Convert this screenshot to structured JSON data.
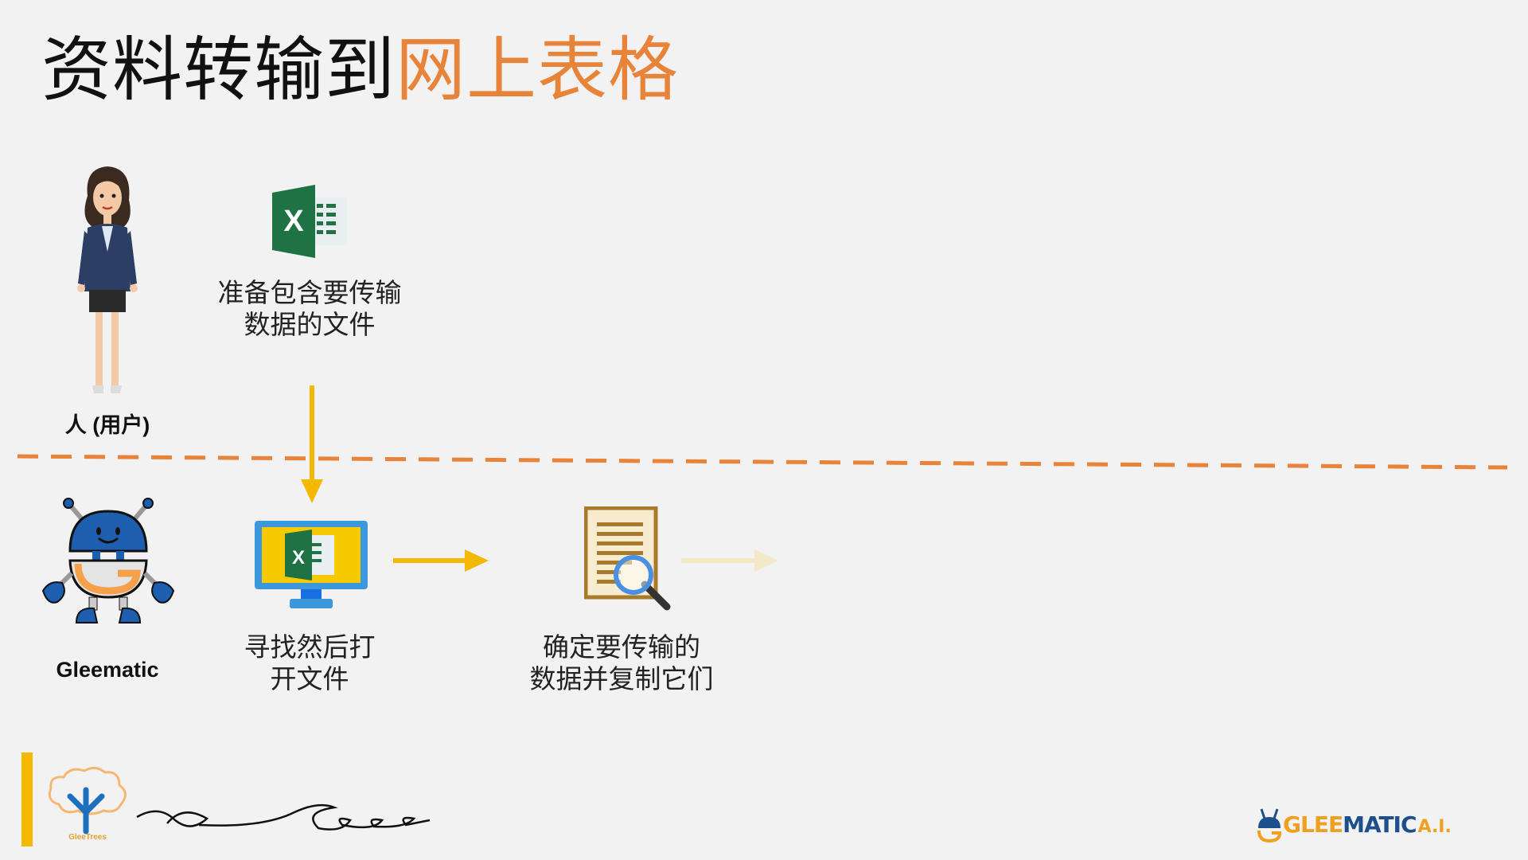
{
  "title": {
    "part1": "资料转输到",
    "part2": "网上表格"
  },
  "human": {
    "label": "人 (用户)",
    "step_text_line1": "准备包含要传输",
    "step_text_line2": "数据的文件"
  },
  "bot": {
    "label": "Gleematic",
    "step1_line1": "寻找然后打",
    "step1_line2": "开文件",
    "step2_line1": "确定要传输的",
    "step2_line2": "数据并复制它们"
  },
  "logos": {
    "gleetrees": "GleeTrees",
    "gleematic_part1": "GLEE",
    "gleematic_part2": "MATIC",
    "gleematic_part3": "A.I."
  },
  "colors": {
    "accent": "#e8833a",
    "arrow": "#f5b800",
    "arrow_faded": "#f3e8c8",
    "excel": "#1f7244",
    "robot_blue": "#1d5fae"
  }
}
